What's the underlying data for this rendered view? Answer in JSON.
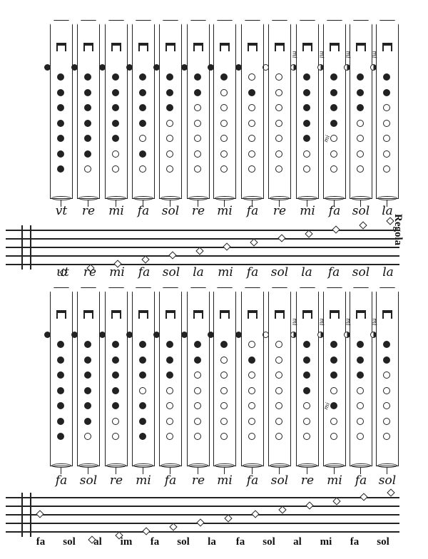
{
  "side_title": "Regola",
  "upper": {
    "flutes": [
      {
        "thumb": "c",
        "holes": "ccccccc"
      },
      {
        "thumb": "c",
        "holes": "cccccco"
      },
      {
        "thumb": "c",
        "holes": "cccccoo"
      },
      {
        "thumb": "c",
        "holes": "ccccoco"
      },
      {
        "thumb": "c",
        "holes": "cccoooo"
      },
      {
        "thumb": "c",
        "holes": "ccooooo"
      },
      {
        "thumb": "c",
        "holes": "coooooo"
      },
      {
        "thumb": "c",
        "holes": "ocooooo"
      },
      {
        "thumb": "o",
        "holes": "ooooooo"
      },
      {
        "thumb": "h",
        "holes": "cccccoo",
        "thumb_mark": "mi"
      },
      {
        "thumb": "h",
        "holes": "ccccooo",
        "thumb_mark": "mi",
        "hole_mark": "mi"
      },
      {
        "thumb": "h",
        "holes": "cccoooo",
        "thumb_mark": "mi"
      },
      {
        "thumb": "h",
        "holes": "ccooooo",
        "thumb_mark": "mi"
      }
    ],
    "syllables_top": [
      "vt",
      "re",
      "mi",
      "fa",
      "sol",
      "re",
      "mi",
      "fa",
      "re",
      "mi",
      "fa",
      "sol",
      "la"
    ],
    "syllables_bottom": [
      "ut",
      "re",
      "mi",
      "fa",
      "sol",
      "la",
      "mi",
      "fa",
      "sol",
      "la",
      "fa",
      "sol",
      "la"
    ],
    "note_steps": [
      -2,
      -1,
      0,
      1,
      2,
      3,
      4,
      5,
      6,
      7,
      8,
      9,
      10
    ]
  },
  "lower": {
    "flutes": [
      {
        "thumb": "c",
        "holes": "ccccccc"
      },
      {
        "thumb": "c",
        "holes": "cccccco"
      },
      {
        "thumb": "c",
        "holes": "cccccoo"
      },
      {
        "thumb": "c",
        "holes": "cccoccc"
      },
      {
        "thumb": "c",
        "holes": "cccoooo"
      },
      {
        "thumb": "c",
        "holes": "ccooooo"
      },
      {
        "thumb": "c",
        "holes": "coooooo"
      },
      {
        "thumb": "c",
        "holes": "ocooooo"
      },
      {
        "thumb": "o",
        "holes": "ooooooo"
      },
      {
        "thumb": "h",
        "holes": "ccccooo",
        "thumb_mark": "mi"
      },
      {
        "thumb": "h",
        "holes": "cccocoo",
        "thumb_mark": "mi",
        "hole_mark": "mi"
      },
      {
        "thumb": "h",
        "holes": "cccoooo",
        "thumb_mark": "mi"
      },
      {
        "thumb": "h",
        "holes": "ccooooo",
        "thumb_mark": "mi"
      }
    ],
    "syllables_top": [
      "fa",
      "sol",
      "re",
      "mi",
      "fa",
      "re",
      "mi",
      "fa",
      "sol",
      "re",
      "mi",
      "fa",
      "sol"
    ],
    "syllables_bottom": [
      "fa",
      "sol",
      "al",
      "im",
      "fa",
      "sol",
      "la",
      "fa",
      "sol",
      "al",
      "mi",
      "fa",
      "sol"
    ],
    "note_steps": [
      4,
      -2,
      -1,
      0,
      1,
      2,
      3,
      4,
      5,
      6,
      7,
      8,
      9
    ]
  }
}
